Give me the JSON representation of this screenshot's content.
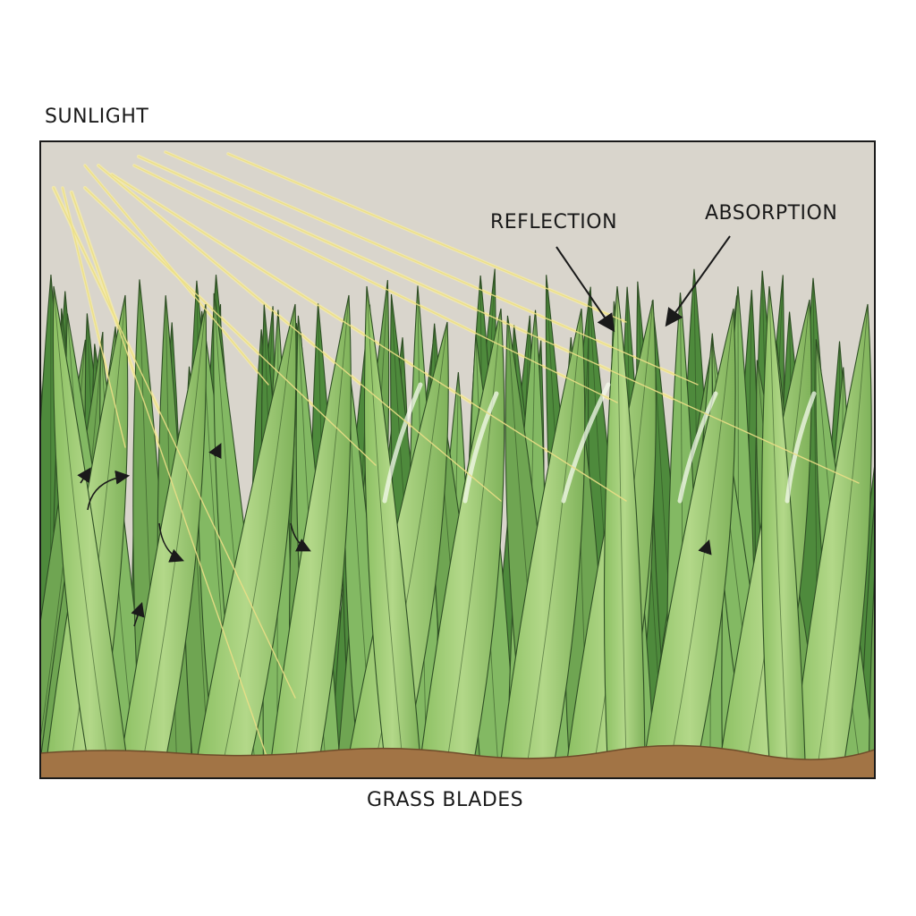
{
  "labels": {
    "sunlight": "SUNLIGHT",
    "reflection": "REFLECTION",
    "absorption": "ABSORPTION",
    "grass_blades": "GRASS BLADES"
  },
  "colors": {
    "sky": "#d9d5cc",
    "frame": "#1a1a1a",
    "ray": "#ecdf87",
    "ray_bright": "#f5ecaa",
    "grass_dark": "#4e8a3c",
    "grass_mid": "#6fa552",
    "grass_light": "#a6cf7a",
    "grass_highlight": "#c9e6a0",
    "soil": "#a27445",
    "soil_dark": "#7a5530"
  }
}
